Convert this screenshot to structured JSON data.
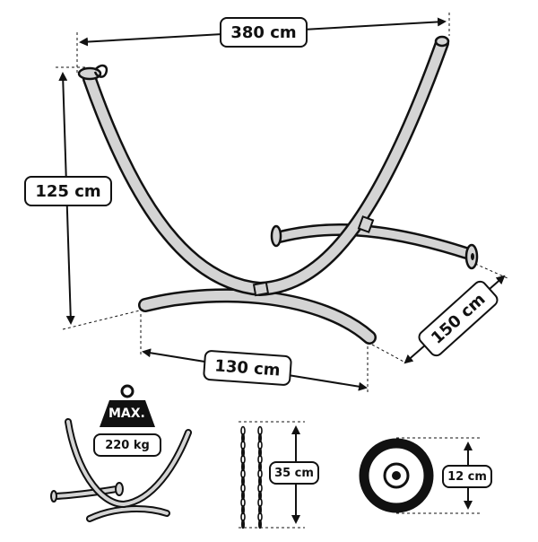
{
  "dimensions": {
    "width": "380 cm",
    "height": "125 cm",
    "base_length": "130 cm",
    "depth": "150 cm"
  },
  "load": {
    "max_label": "MAX.",
    "max_value": "220 kg"
  },
  "chain": {
    "length": "35 cm"
  },
  "ring": {
    "diameter": "12 cm"
  },
  "colors": {
    "frame_fill": "#d4d4d4",
    "outline": "#111111",
    "background": "#ffffff"
  }
}
